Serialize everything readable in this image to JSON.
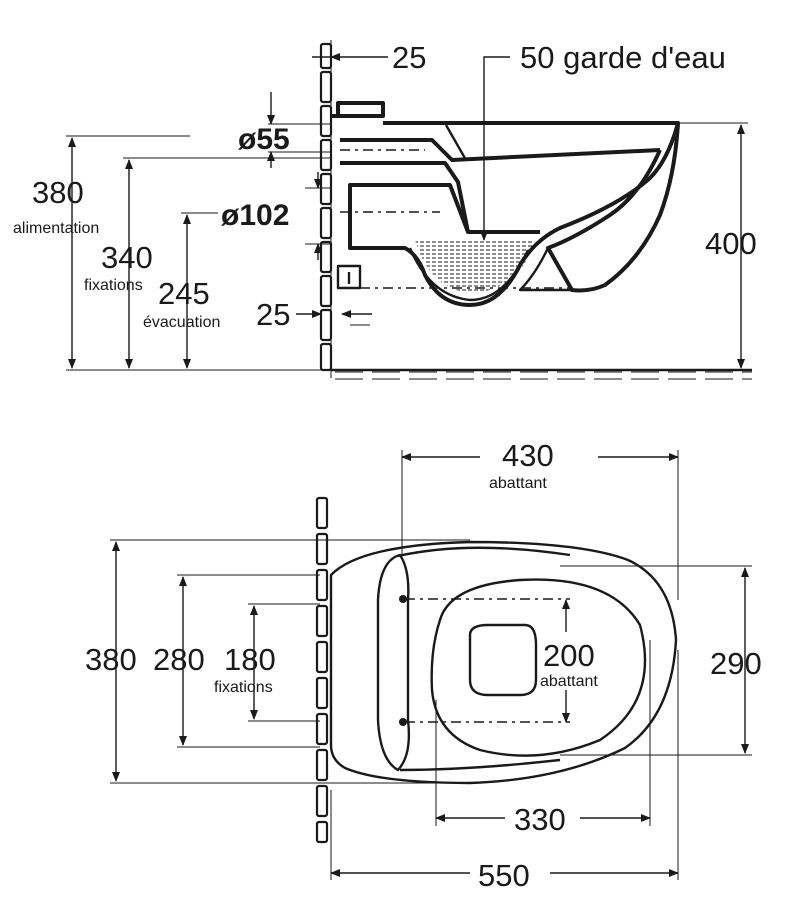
{
  "side_view": {
    "dim_25_top": "25",
    "dim_50": "50 garde d'eau",
    "dim_55": "ø55",
    "dim_102": "ø102",
    "dim_400": "400",
    "dim_380": "380",
    "label_alimentation": "alimentation",
    "dim_340": "340",
    "label_fixations": "fixations",
    "dim_245": "245",
    "label_evacuation": "évacuation",
    "dim_25_bottom": "25"
  },
  "top_view": {
    "dim_430": "430",
    "label_abattant_top": "abattant",
    "dim_380": "380",
    "dim_280": "280",
    "dim_180": "180",
    "label_fixations": "fixations",
    "dim_200": "200",
    "label_abattant_mid": "abattant",
    "dim_290": "290",
    "dim_330": "330",
    "dim_550": "550"
  }
}
